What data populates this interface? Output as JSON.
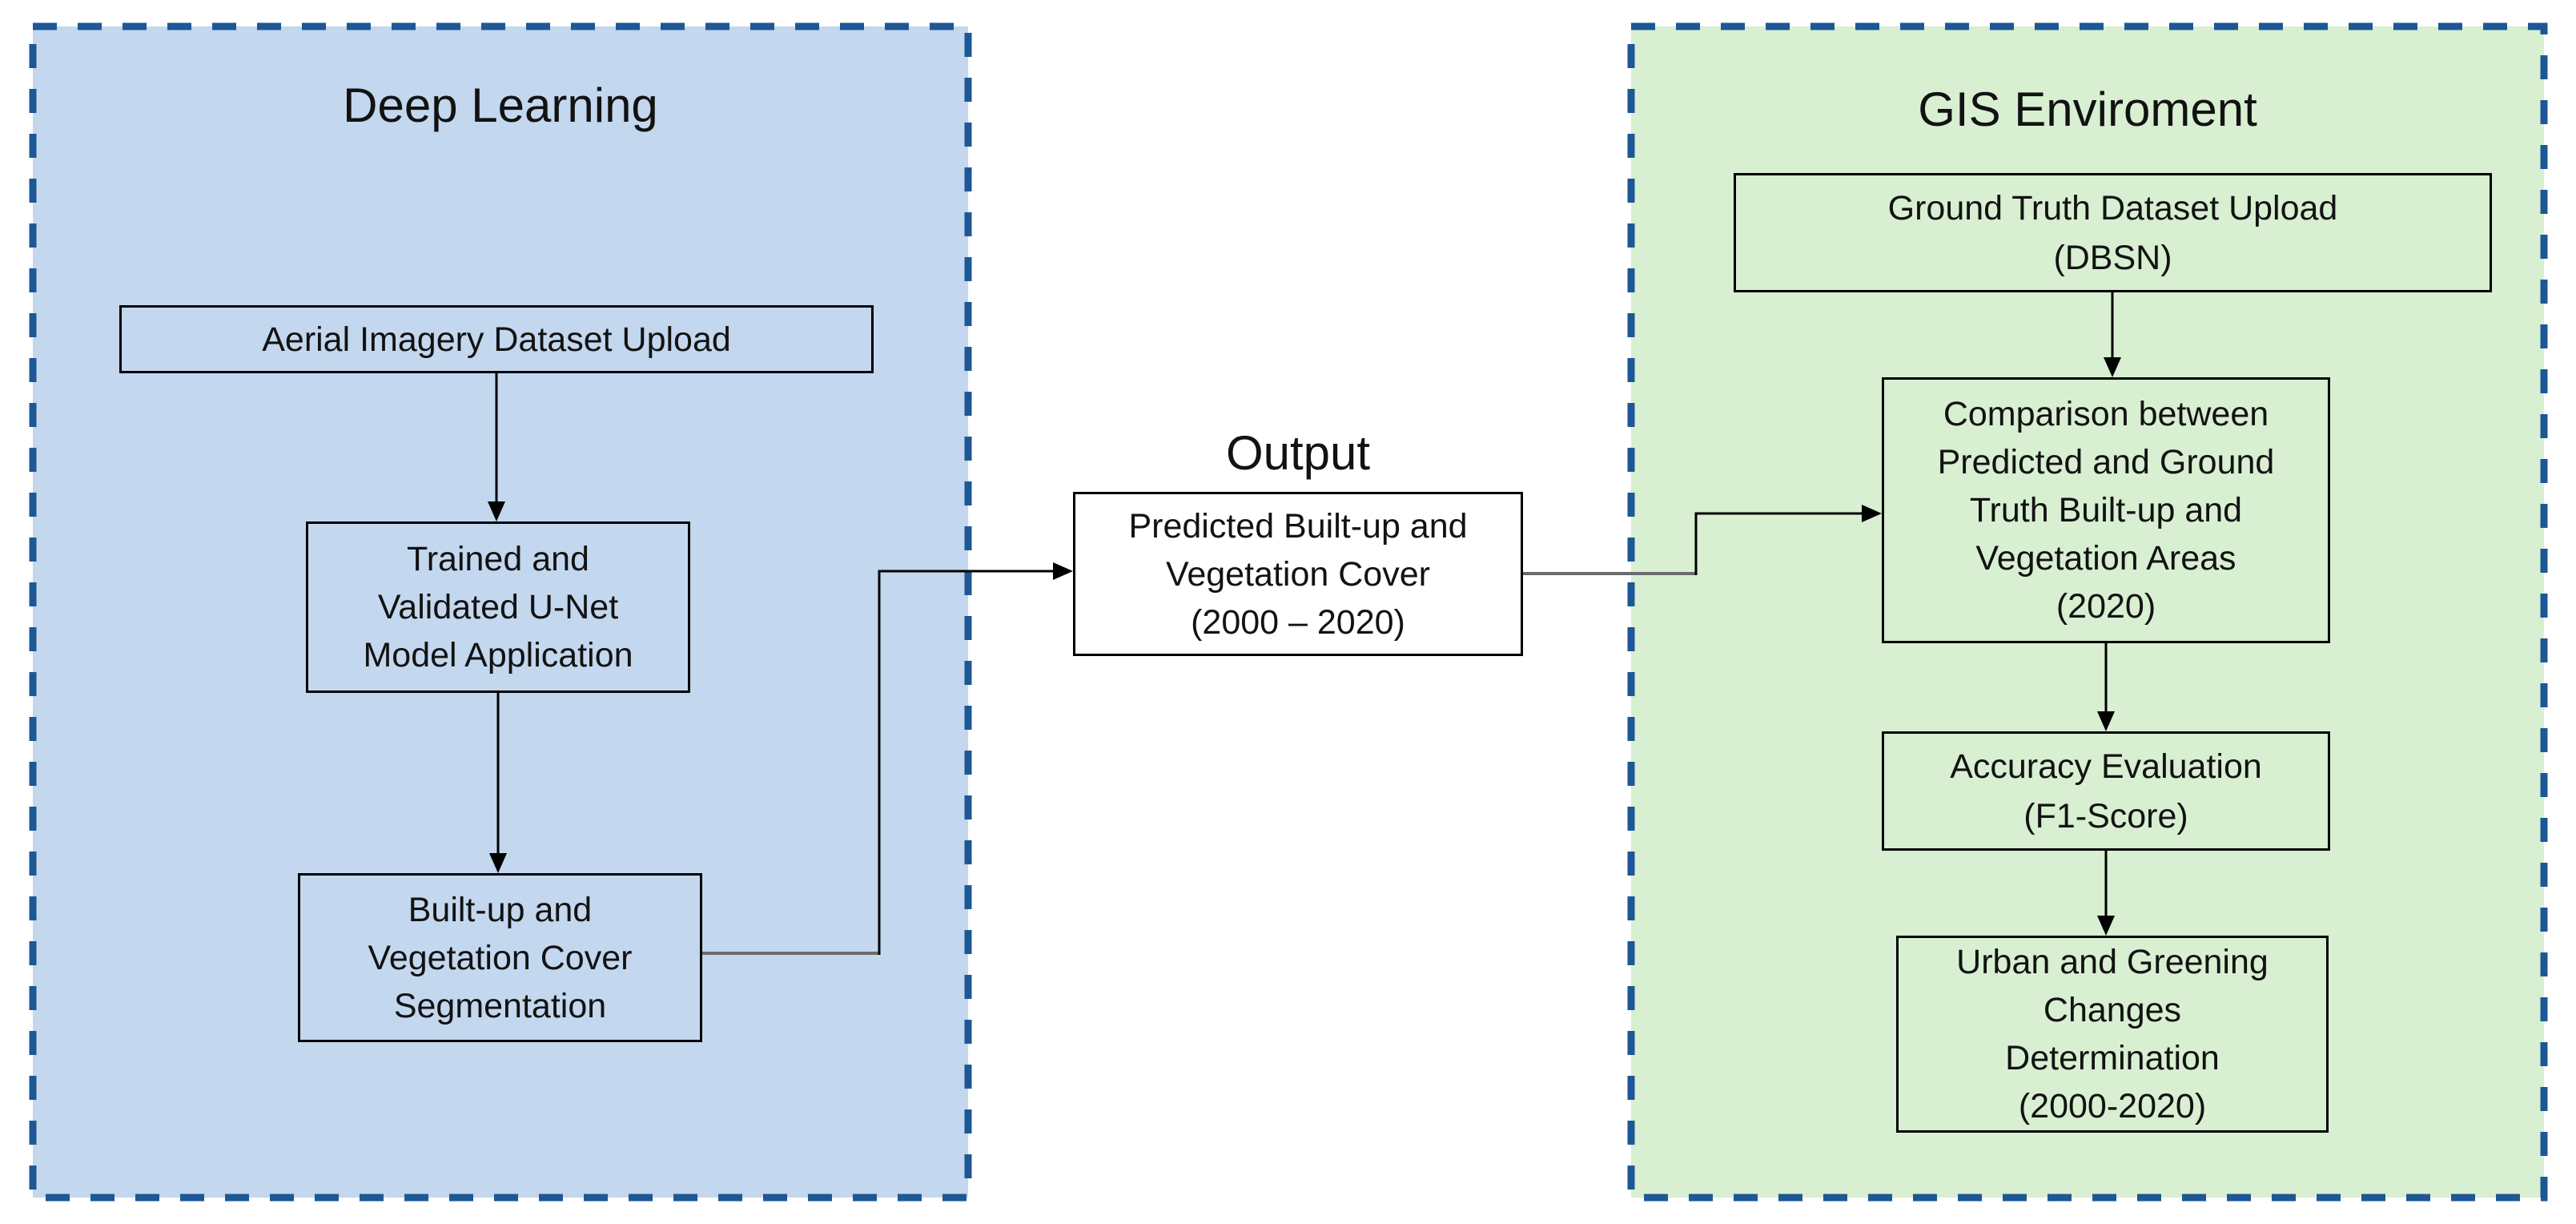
{
  "colors": {
    "panel_border": "#1d5796",
    "blue_panel_fill": "#c3d7ee",
    "green_panel_fill": "#d8efd2",
    "connector": "#000000",
    "connector_gray": "#6b6b6b",
    "box_border": "#000000"
  },
  "deep_learning": {
    "title": "Deep Learning",
    "boxes": {
      "aerial": "Aerial Imagery Dataset Upload",
      "unet": "Trained and\nValidated U-Net\nModel Application",
      "segmentation": "Built-up and\nVegetation Cover\nSegmentation"
    }
  },
  "output": {
    "title": "Output",
    "box": "Predicted Built-up and\nVegetation Cover\n(2000 – 2020)"
  },
  "gis": {
    "title": "GIS Enviroment",
    "boxes": {
      "ground_truth": "Ground Truth Dataset Upload\n(DBSN)",
      "comparison": "Comparison between\nPredicted and Ground\nTruth Built-up and\nVegetation Areas\n(2020)",
      "accuracy": "Accuracy Evaluation\n(F1-Score)",
      "changes": "Urban and Greening\nChanges\nDetermination\n(2000-2020)"
    }
  }
}
